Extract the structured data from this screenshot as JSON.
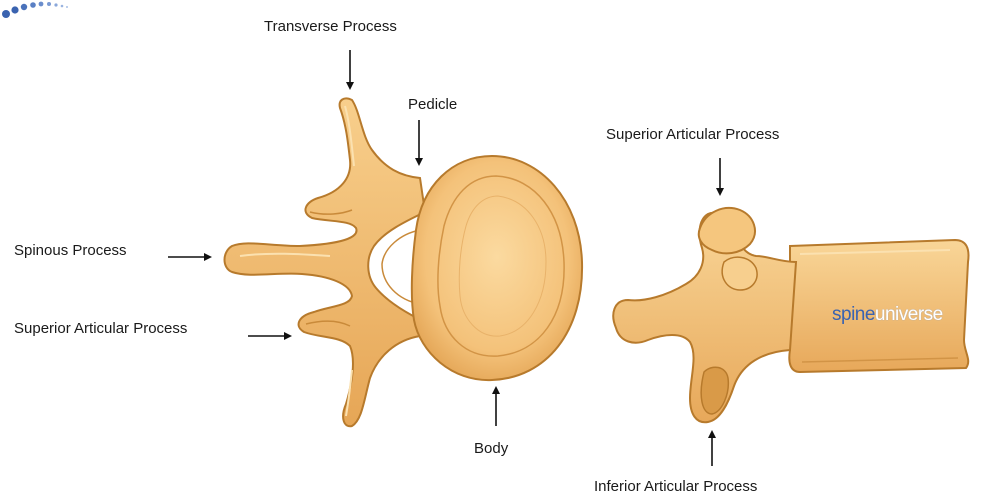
{
  "labels": {
    "transverse_process": "Transverse Process",
    "pedicle": "Pedicle",
    "spinous_process": "Spinous Process",
    "superior_articular_process_left": "Superior Articular Process",
    "body": "Body",
    "superior_articular_process_right": "Superior Articular Process",
    "inferior_articular_process": "Inferior Articular Process"
  },
  "logo": {
    "word1": "spine",
    "word2": "universe"
  },
  "colors": {
    "bone_fill": "#f0b865",
    "bone_light": "#f8d596",
    "bone_stroke": "#b77a2c",
    "bone_shadow": "#c98a3a",
    "arrow": "#111111",
    "logo_blue": "#3a63b0"
  }
}
